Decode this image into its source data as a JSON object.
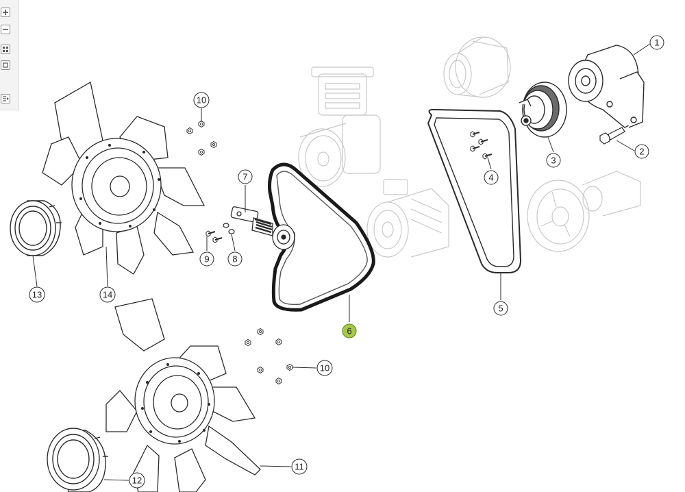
{
  "toolbar": {
    "buttons": [
      {
        "name": "zoom-in-icon"
      },
      {
        "name": "zoom-out-icon"
      },
      {
        "name": "grid-view-icon"
      },
      {
        "name": "fit-page-icon"
      },
      {
        "name": "list-view-icon"
      }
    ]
  },
  "callouts": [
    {
      "label": "1"
    },
    {
      "label": "2"
    },
    {
      "label": "3"
    },
    {
      "label": "4"
    },
    {
      "label": "5"
    },
    {
      "label": "6",
      "highlighted": true
    },
    {
      "label": "7"
    },
    {
      "label": "8"
    },
    {
      "label": "9"
    },
    {
      "label": "10"
    },
    {
      "label": "10"
    },
    {
      "label": "11"
    },
    {
      "label": "12"
    },
    {
      "label": "13"
    },
    {
      "label": "14"
    }
  ],
  "colors": {
    "line": "#2a2a2a",
    "faded": "#c8c8c8",
    "highlight": "#a6c94a",
    "highlight_stroke": "#6e8f1f"
  }
}
